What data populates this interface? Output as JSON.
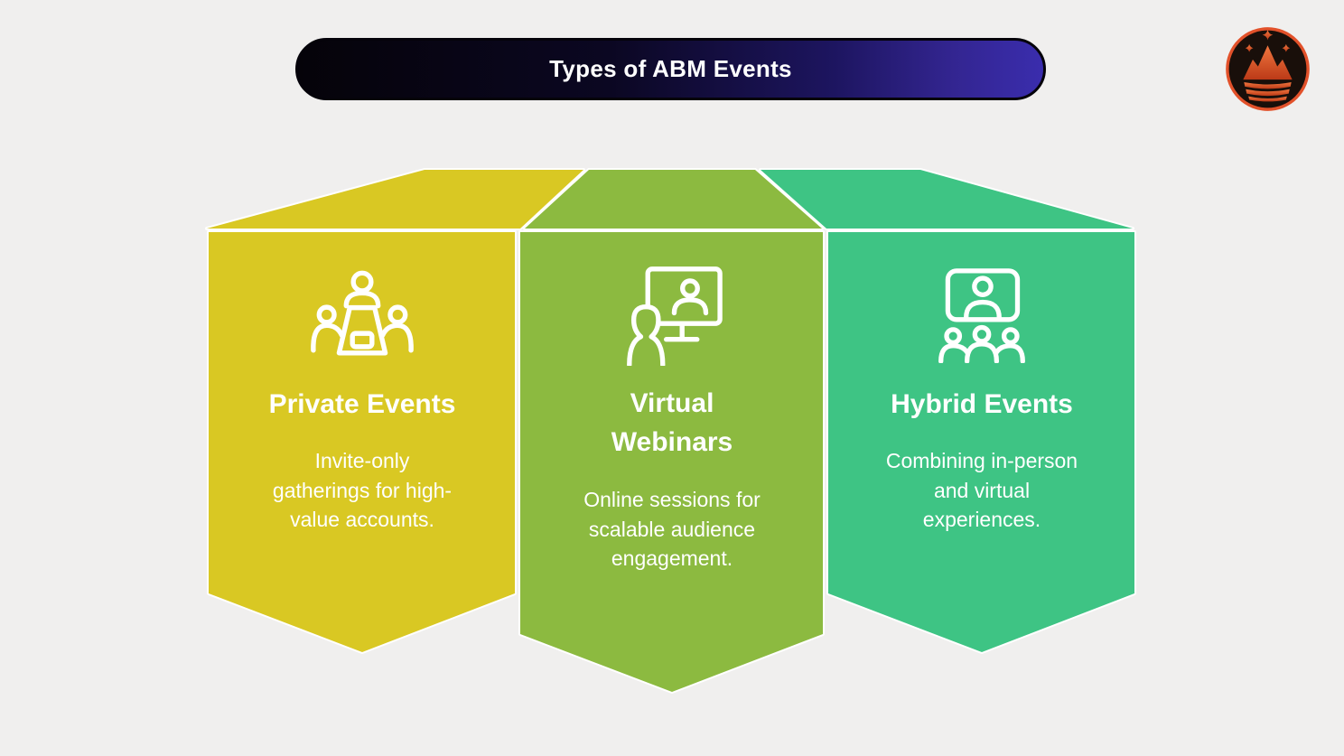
{
  "header": {
    "title": "Types of ABM Events",
    "pill_gradient_start": "#050309",
    "pill_gradient_end": "#3a2dad",
    "pill_border": "#05030a",
    "text_color": "#ffffff"
  },
  "logo": {
    "icon": "crown-mountain-logo",
    "ring_color": "#e2512a",
    "crown_color_top": "#f0763f",
    "crown_color_bottom": "#bc3a17",
    "background_color": "#190f0a"
  },
  "colors": {
    "page_background": "#f0efee",
    "seam": "#ffffff",
    "card_text": "#ffffff"
  },
  "cards": [
    {
      "id": "private-events",
      "color": "#d9c823",
      "icon": "meeting-table-icon",
      "title": "Private Events",
      "description_lines": [
        "Invite-only",
        "gatherings for high-",
        "value accounts."
      ]
    },
    {
      "id": "virtual-webinars",
      "color": "#8cba40",
      "icon": "webinar-presenter-icon",
      "title_lines": [
        "Virtual",
        "Webinars"
      ],
      "description_lines": [
        "Online sessions for",
        "scalable audience",
        "engagement."
      ]
    },
    {
      "id": "hybrid-events",
      "color": "#3ec484",
      "icon": "screen-audience-icon",
      "title": "Hybrid Events",
      "description_lines": [
        "Combining in-person",
        "and virtual",
        "experiences."
      ]
    }
  ]
}
